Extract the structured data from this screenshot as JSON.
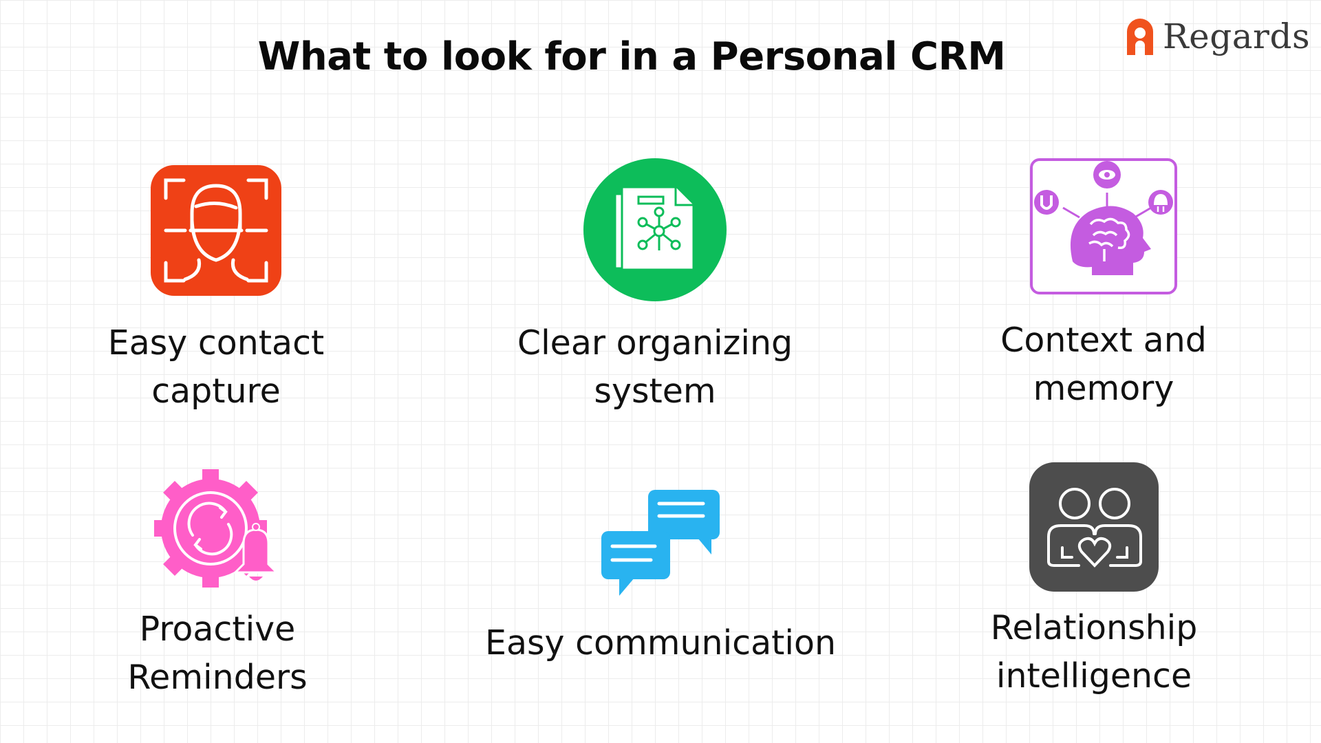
{
  "title": "What to look for in a Personal CRM",
  "brand": {
    "name": "Regards",
    "color": "#f0521e"
  },
  "features": [
    {
      "line1": "Easy contact",
      "line2": "capture",
      "icon": "face-scan-icon",
      "color": "#ef4116"
    },
    {
      "line1": "Clear organizing",
      "line2": "system",
      "icon": "document-network-icon",
      "color": "#0dbd5a"
    },
    {
      "line1": "Context and",
      "line2": "memory",
      "icon": "brain-mind-icon",
      "color": "#c45ce0"
    },
    {
      "line1": "Proactive",
      "line2": "Reminders",
      "icon": "gear-bell-icon",
      "color": "#ff5ec8"
    },
    {
      "line1": "Easy communication",
      "icon": "chat-bubbles-icon",
      "color": "#29b3f0"
    },
    {
      "line1": "Relationship",
      "line2": "intelligence",
      "icon": "people-heart-icon",
      "color": "#4d4d4d"
    }
  ]
}
